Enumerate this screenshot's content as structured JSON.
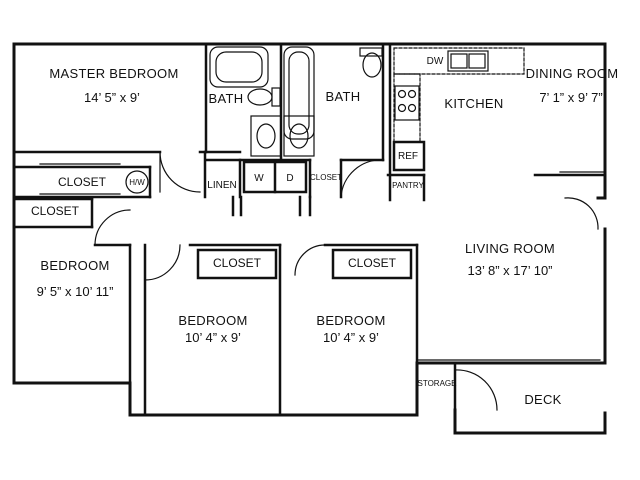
{
  "rooms": {
    "master_bedroom": {
      "name": "MASTER BEDROOM",
      "dims": "14’ 5” x 9’"
    },
    "bath_1": {
      "name": "BATH"
    },
    "bath_2": {
      "name": "BATH"
    },
    "kitchen": {
      "name": "KITCHEN"
    },
    "dining_room": {
      "name": "DINING ROOM",
      "dims": "7’ 1” x 9’ 7”"
    },
    "bedroom_left": {
      "name": "BEDROOM",
      "dims": "9’ 5” x 10’ 11”"
    },
    "bedroom_mid": {
      "name": "BEDROOM",
      "dims": "10’ 4” x 9’"
    },
    "bedroom_right": {
      "name": "BEDROOM",
      "dims": "10’ 4” x 9’"
    },
    "living_room": {
      "name": "LIVING ROOM",
      "dims": "13’ 8” x 17’ 10”"
    },
    "deck": {
      "name": "DECK"
    }
  },
  "labels": {
    "closet_master": "CLOSET",
    "hw": "H/W",
    "closet_bed_left": "CLOSET",
    "linen": "LINEN",
    "washer": "W",
    "dryer": "D",
    "closet_hall": "CLOSET",
    "pantry": "PANTRY",
    "ref": "REF",
    "dw": "DW",
    "closet_bed_mid": "CLOSET",
    "closet_bed_right": "CLOSET",
    "storage": "STORAGE"
  }
}
